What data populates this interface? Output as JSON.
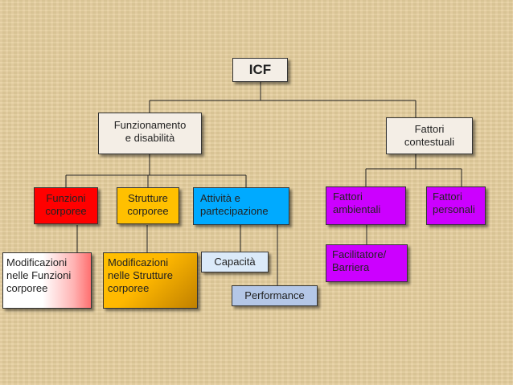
{
  "diagram": {
    "root": "ICF",
    "funzionamento": "Funzionamento\ne disabilità",
    "fattori_contestuali": "Fattori\ncontestuali",
    "funzioni_corporee": "Funzioni\ncorporee",
    "strutture_corporee": "Strutture\ncorporee",
    "attivita": "Attività e\npartecipazione",
    "fattori_ambientali": "Fattori\nambientali",
    "fattori_personali": "Fattori\npersonali",
    "mod_funzioni": "Modificazioni\nnelle Funzioni\ncorporee",
    "mod_strutture": "Modificazioni\nnelle Strutture\ncorporee",
    "capacita": "Capacità",
    "performance": "Performance",
    "facilitatore": "Facilitatore/\nBarriera"
  },
  "colors": {
    "background": "#e6cf9e",
    "neutral_box": "#f4eee6",
    "funzioni": "#ff0000",
    "strutture": "#ffc000",
    "attivita": "#00aaff",
    "fattori_ambientali": "#cc00ff",
    "fattori_personali": "#cc00ff",
    "performance": "#b4c7e7",
    "capacita": "#dbeaf9"
  }
}
